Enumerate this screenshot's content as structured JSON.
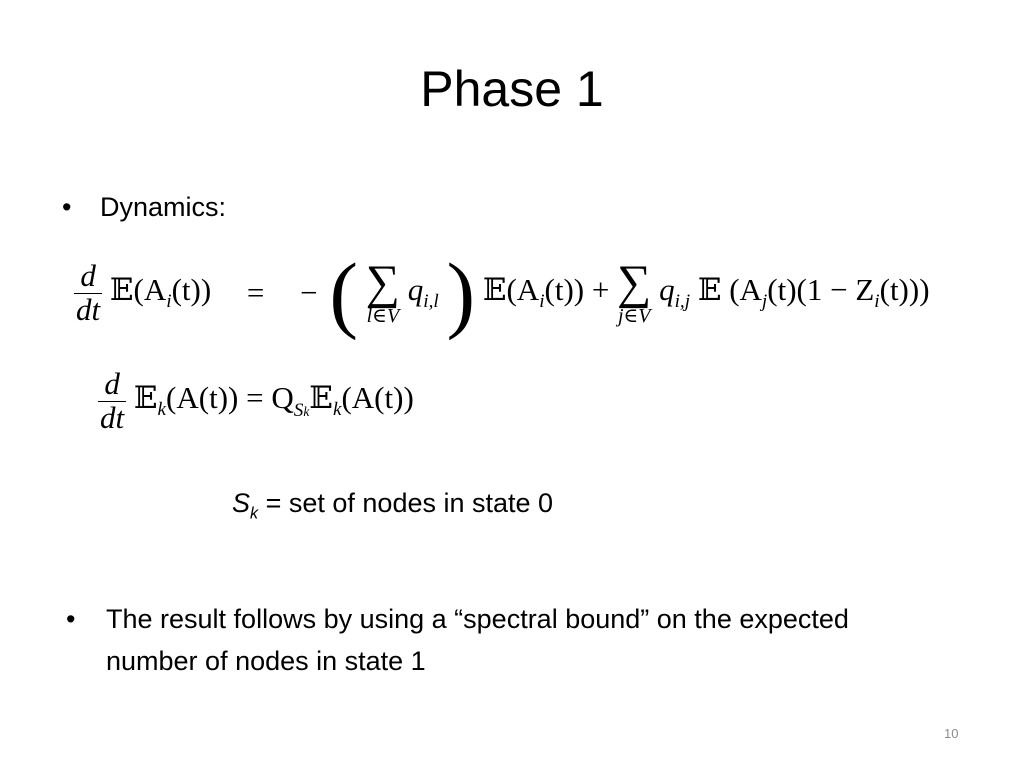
{
  "slide": {
    "title": "Phase 1",
    "bullets": [
      {
        "text": "Dynamics:"
      },
      {
        "text": "The result follows by using a “spectral bound” on the expected number of nodes in state 1"
      }
    ],
    "bullet_glyph": "•",
    "equation_1": {
      "frac_num": "d",
      "frac_den": "dt",
      "lhs": "𝔼(A",
      "lhs_sub": "i",
      "lhs_tail": "(t))",
      "equals": "=",
      "minus": "−",
      "sum1_under": "l∈V",
      "q1": "q",
      "q1_sub": "i,l",
      "mid_term": "𝔼(A",
      "mid_sub": "i",
      "mid_tail": "(t)) +",
      "sum2_under": "j∈V",
      "q2": "q",
      "q2_sub": "i,j",
      "rhs": "𝔼 (A",
      "rhs_sub": "j",
      "rhs_tail": "(t)(1 − Z",
      "rhs_sub2": "i",
      "rhs_tail2": "(t)))"
    },
    "equation_2": {
      "frac_num": "d",
      "frac_den": "dt",
      "lhs": "𝔼",
      "lhs_sub": "k",
      "lhs_tail": "(A(t)) = Q",
      "q_sub": "S",
      "q_subsub": "k",
      "rhs": "𝔼",
      "rhs_sub": "k",
      "rhs_tail": "(A(t))"
    },
    "definition": {
      "symbol": "S",
      "symbol_sub": "k",
      "text": " = set of nodes in state 0"
    },
    "page_number": "10"
  }
}
